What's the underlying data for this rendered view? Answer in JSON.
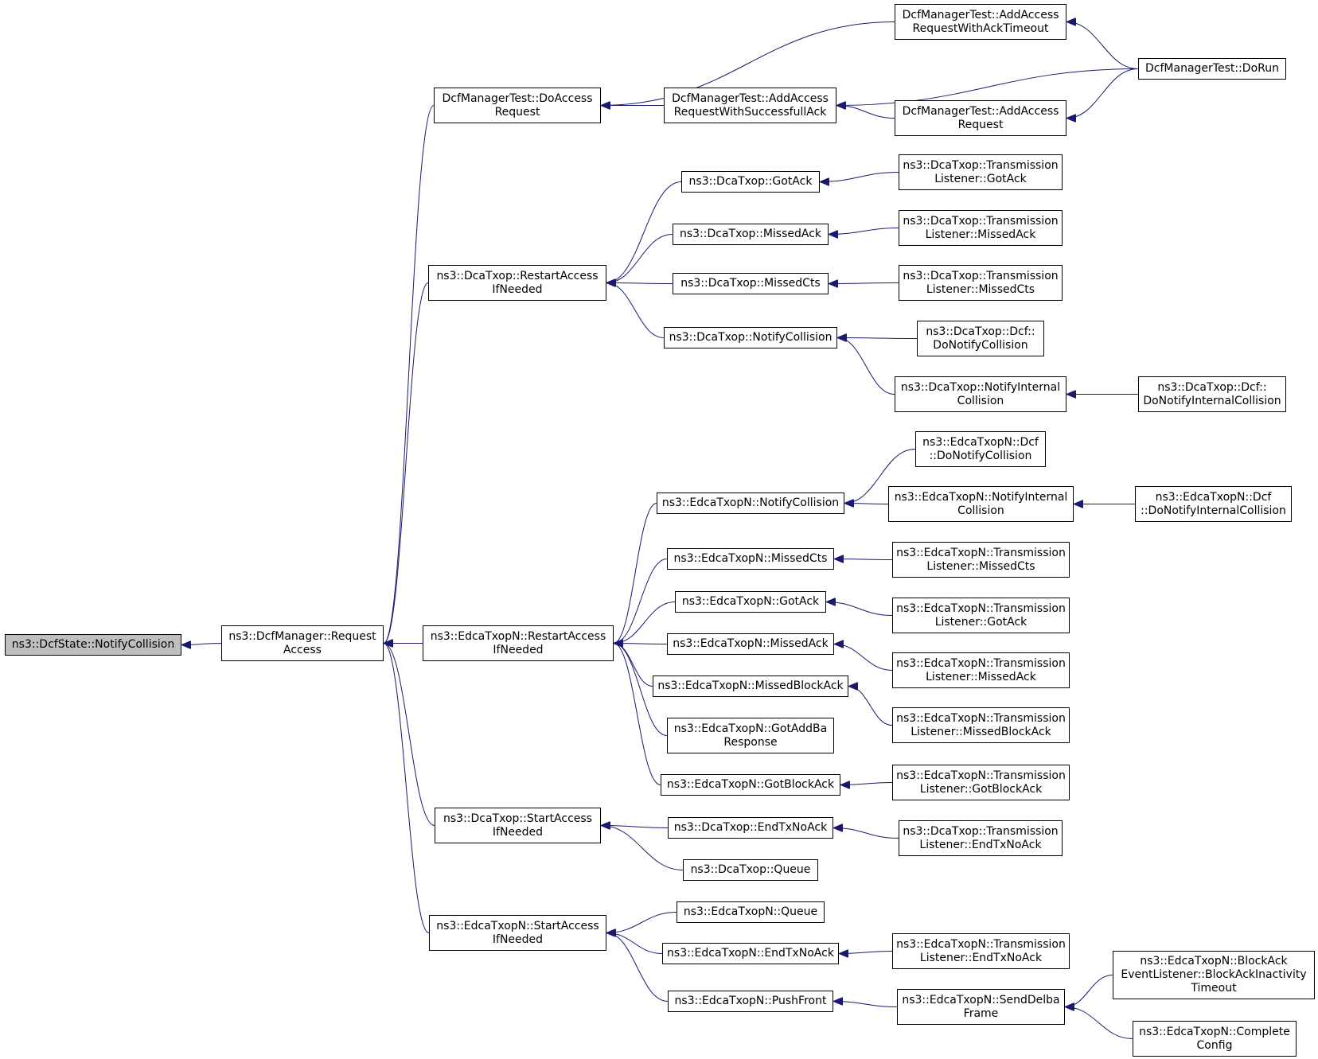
{
  "colors": {
    "edge": "#191970",
    "root_fill": "#bfbfbf",
    "node_fill": "#ffffff",
    "border": "#000000"
  },
  "diagram": {
    "type": "doxygen-caller-graph",
    "nodes": [
      {
        "id": "n0",
        "label": "ns3::DcfState::NotifyCollision",
        "root": true
      },
      {
        "id": "n1",
        "label": "ns3::DcfManager::Request\nAccess"
      },
      {
        "id": "n2",
        "label": "DcfManagerTest::DoAccess\nRequest"
      },
      {
        "id": "n3",
        "label": "ns3::DcaTxop::RestartAccess\nIfNeeded"
      },
      {
        "id": "n4",
        "label": "ns3::EdcaTxopN::RestartAccess\nIfNeeded"
      },
      {
        "id": "n5",
        "label": "ns3::DcaTxop::StartAccess\nIfNeeded"
      },
      {
        "id": "n6",
        "label": "ns3::EdcaTxopN::StartAccess\nIfNeeded"
      },
      {
        "id": "n7",
        "label": "DcfManagerTest::AddAccess\nRequestWithSuccessfullAck"
      },
      {
        "id": "n8",
        "label": "DcfManagerTest::AddAccess\nRequestWithAckTimeout"
      },
      {
        "id": "n9",
        "label": "DcfManagerTest::AddAccess\nRequest"
      },
      {
        "id": "n10",
        "label": "DcfManagerTest::DoRun"
      },
      {
        "id": "n11",
        "label": "ns3::DcaTxop::GotAck"
      },
      {
        "id": "n12",
        "label": "ns3::DcaTxop::MissedAck"
      },
      {
        "id": "n13",
        "label": "ns3::DcaTxop::MissedCts"
      },
      {
        "id": "n14",
        "label": "ns3::DcaTxop::NotifyCollision"
      },
      {
        "id": "n15",
        "label": "ns3::DcaTxop::Transmission\nListener::GotAck"
      },
      {
        "id": "n16",
        "label": "ns3::DcaTxop::Transmission\nListener::MissedAck"
      },
      {
        "id": "n17",
        "label": "ns3::DcaTxop::Transmission\nListener::MissedCts"
      },
      {
        "id": "n18",
        "label": "ns3::DcaTxop::Dcf::\nDoNotifyCollision"
      },
      {
        "id": "n19",
        "label": "ns3::DcaTxop::NotifyInternal\nCollision"
      },
      {
        "id": "n20",
        "label": "ns3::DcaTxop::Dcf::\nDoNotifyInternalCollision"
      },
      {
        "id": "n21",
        "label": "ns3::EdcaTxopN::NotifyCollision"
      },
      {
        "id": "n22",
        "label": "ns3::EdcaTxopN::Dcf\n::DoNotifyCollision"
      },
      {
        "id": "n23",
        "label": "ns3::EdcaTxopN::NotifyInternal\nCollision"
      },
      {
        "id": "n24",
        "label": "ns3::EdcaTxopN::Dcf\n::DoNotifyInternalCollision"
      },
      {
        "id": "n25",
        "label": "ns3::EdcaTxopN::MissedCts"
      },
      {
        "id": "n26",
        "label": "ns3::EdcaTxopN::Transmission\nListener::MissedCts"
      },
      {
        "id": "n27",
        "label": "ns3::EdcaTxopN::GotAck"
      },
      {
        "id": "n28",
        "label": "ns3::EdcaTxopN::Transmission\nListener::GotAck"
      },
      {
        "id": "n29",
        "label": "ns3::EdcaTxopN::MissedAck"
      },
      {
        "id": "n30",
        "label": "ns3::EdcaTxopN::Transmission\nListener::MissedAck"
      },
      {
        "id": "n31",
        "label": "ns3::EdcaTxopN::MissedBlockAck"
      },
      {
        "id": "n32",
        "label": "ns3::EdcaTxopN::Transmission\nListener::MissedBlockAck"
      },
      {
        "id": "n33",
        "label": "ns3::EdcaTxopN::GotAddBa\nResponse"
      },
      {
        "id": "n34",
        "label": "ns3::EdcaTxopN::GotBlockAck"
      },
      {
        "id": "n35",
        "label": "ns3::EdcaTxopN::Transmission\nListener::GotBlockAck"
      },
      {
        "id": "n36",
        "label": "ns3::DcaTxop::EndTxNoAck"
      },
      {
        "id": "n37",
        "label": "ns3::DcaTxop::Transmission\nListener::EndTxNoAck"
      },
      {
        "id": "n38",
        "label": "ns3::DcaTxop::Queue"
      },
      {
        "id": "n39",
        "label": "ns3::EdcaTxopN::Queue"
      },
      {
        "id": "n40",
        "label": "ns3::EdcaTxopN::EndTxNoAck"
      },
      {
        "id": "n41",
        "label": "ns3::EdcaTxopN::Transmission\nListener::EndTxNoAck"
      },
      {
        "id": "n42",
        "label": "ns3::EdcaTxopN::PushFront"
      },
      {
        "id": "n43",
        "label": "ns3::EdcaTxopN::SendDelba\nFrame"
      },
      {
        "id": "n44",
        "label": "ns3::EdcaTxopN::BlockAck\nEventListener::BlockAckInactivity\nTimeout"
      },
      {
        "id": "n45",
        "label": "ns3::EdcaTxopN::Complete\nConfig"
      }
    ],
    "edges": [
      {
        "from": "n1",
        "to": "n0"
      },
      {
        "from": "n2",
        "to": "n1"
      },
      {
        "from": "n3",
        "to": "n1"
      },
      {
        "from": "n4",
        "to": "n1"
      },
      {
        "from": "n5",
        "to": "n1"
      },
      {
        "from": "n6",
        "to": "n1"
      },
      {
        "from": "n7",
        "to": "n2"
      },
      {
        "from": "n8",
        "to": "n2"
      },
      {
        "from": "n10",
        "to": "n8"
      },
      {
        "from": "n9",
        "to": "n7"
      },
      {
        "from": "n10",
        "to": "n7"
      },
      {
        "from": "n10",
        "to": "n9"
      },
      {
        "from": "n11",
        "to": "n3"
      },
      {
        "from": "n12",
        "to": "n3"
      },
      {
        "from": "n13",
        "to": "n3"
      },
      {
        "from": "n14",
        "to": "n3"
      },
      {
        "from": "n15",
        "to": "n11"
      },
      {
        "from": "n16",
        "to": "n12"
      },
      {
        "from": "n17",
        "to": "n13"
      },
      {
        "from": "n18",
        "to": "n14"
      },
      {
        "from": "n19",
        "to": "n14"
      },
      {
        "from": "n20",
        "to": "n19"
      },
      {
        "from": "n21",
        "to": "n4"
      },
      {
        "from": "n25",
        "to": "n4"
      },
      {
        "from": "n27",
        "to": "n4"
      },
      {
        "from": "n29",
        "to": "n4"
      },
      {
        "from": "n31",
        "to": "n4"
      },
      {
        "from": "n33",
        "to": "n4"
      },
      {
        "from": "n34",
        "to": "n4"
      },
      {
        "from": "n22",
        "to": "n21"
      },
      {
        "from": "n23",
        "to": "n21"
      },
      {
        "from": "n24",
        "to": "n23"
      },
      {
        "from": "n26",
        "to": "n25"
      },
      {
        "from": "n28",
        "to": "n27"
      },
      {
        "from": "n30",
        "to": "n29"
      },
      {
        "from": "n32",
        "to": "n31"
      },
      {
        "from": "n35",
        "to": "n34"
      },
      {
        "from": "n36",
        "to": "n5"
      },
      {
        "from": "n38",
        "to": "n5"
      },
      {
        "from": "n37",
        "to": "n36"
      },
      {
        "from": "n39",
        "to": "n6"
      },
      {
        "from": "n40",
        "to": "n6"
      },
      {
        "from": "n42",
        "to": "n6"
      },
      {
        "from": "n41",
        "to": "n40"
      },
      {
        "from": "n43",
        "to": "n42"
      },
      {
        "from": "n44",
        "to": "n43"
      },
      {
        "from": "n45",
        "to": "n43"
      }
    ]
  }
}
